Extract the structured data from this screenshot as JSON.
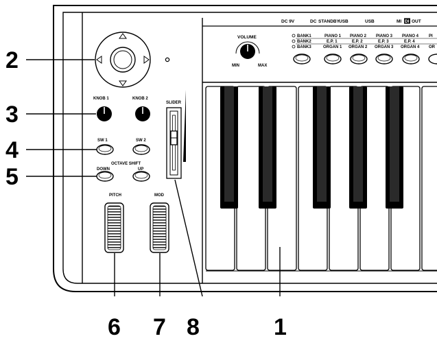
{
  "callouts": {
    "n1": "1",
    "n2": "2",
    "n3": "3",
    "n4": "4",
    "n5": "5",
    "n6": "6",
    "n7": "7",
    "n8": "8"
  },
  "top_labels": {
    "dc9v": "DC 9V",
    "dc": "DC",
    "standby": "STANDBY",
    "usb1": "USB",
    "usb2": "USB",
    "midi_prefix": "MI",
    "midi_box": "DI",
    "midi_out": "OUT"
  },
  "volume": {
    "label": "VOLUME",
    "min": "MIN",
    "max": "MAX"
  },
  "banks": [
    "BANK1",
    "BANK2",
    "BANK3"
  ],
  "voices": [
    {
      "top": "PIANO 1",
      "mid": "E.P. 1",
      "bot": "ORGAN 1"
    },
    {
      "top": "PIANO 2",
      "mid": "E.P. 2",
      "bot": "ORGAN 2"
    },
    {
      "top": "PIANO 3",
      "mid": "E.P. 3",
      "bot": "ORGAN 3"
    },
    {
      "top": "PIANO 4",
      "mid": "E.P. 4",
      "bot": "ORGAN 4"
    },
    {
      "top": "PI",
      "mid": "",
      "bot": "OR"
    }
  ],
  "knobs": {
    "knob1": "KNOB 1",
    "knob2": "KNOB 2"
  },
  "switches": {
    "sw1": "SW 1",
    "sw2": "SW 2"
  },
  "octave": {
    "title": "OCTAVE SHIFT",
    "down": "DOWN",
    "up": "UP"
  },
  "slider_label": "SLIDER",
  "wheels": {
    "pitch": "PITCH",
    "mod": "MOD"
  }
}
